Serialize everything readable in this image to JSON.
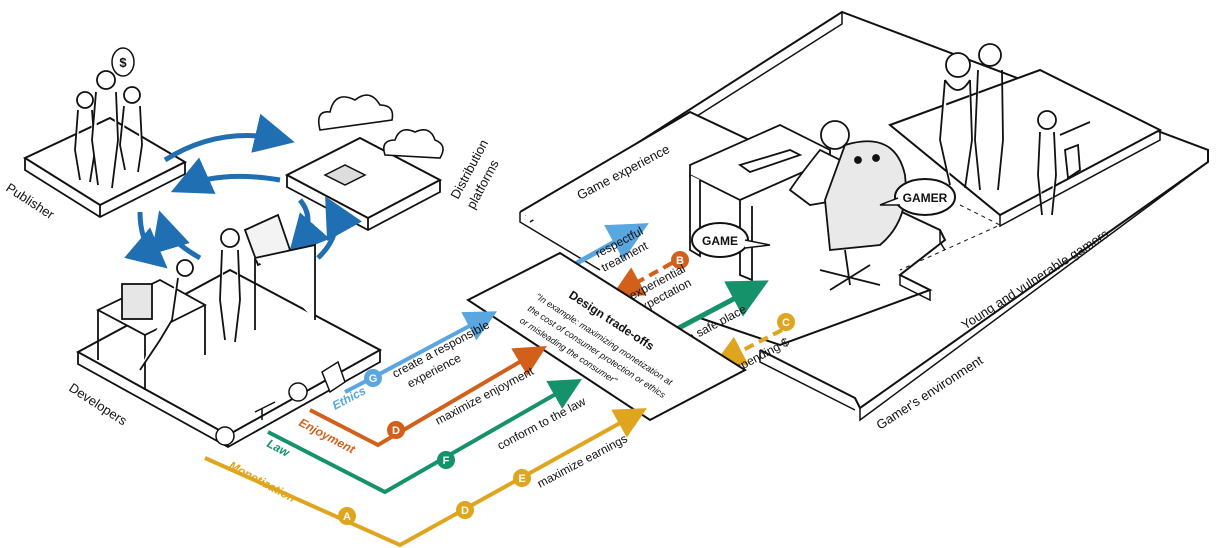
{
  "platforms": {
    "publisher": "Publisher",
    "distribution_line1": "Distribution",
    "distribution_line2": "platforms",
    "developers": "Developers",
    "game_experience": "Game experience",
    "young_vulnerable": "Young and vulnerable gamers",
    "gamers_environment": "Gamer's environment"
  },
  "bubbles": {
    "gamer": "GAMER",
    "game": "GAME",
    "money": "$"
  },
  "tradeoffs": {
    "title": "Design trade-offs",
    "line1": "\"In example: maximizing monetization at",
    "line2": "the cost of consumer protection or ethics",
    "line3": "or misleading the consumer\""
  },
  "streams": [
    {
      "key": "ethics",
      "label": "Ethics",
      "goal_line1": "create a responsible",
      "goal_line2": "experience",
      "node": "G",
      "color": "#5aa6e0"
    },
    {
      "key": "enjoyment",
      "label": "Enjoyment",
      "goal_line1": "maximize enjoyment",
      "goal_line2": "",
      "node": "D",
      "color": "#d2601a"
    },
    {
      "key": "law",
      "label": "Law",
      "goal_line1": "conform to the law",
      "goal_line2": "",
      "node": "F",
      "color": "#15926a"
    },
    {
      "key": "monetization",
      "label": "Monetization",
      "goal_line1": "maximize earnings",
      "goal_line2": "",
      "node": "A",
      "color": "#e0a51e"
    }
  ],
  "monetization_extra_nodes": [
    "D",
    "E"
  ],
  "experience_arrows": [
    {
      "label_line1": "respectful",
      "label_line2": "treatment",
      "node": "",
      "color": "#5aa6e0"
    },
    {
      "label_line1": "experiential",
      "label_line2": "expectation",
      "node": "B",
      "color": "#d2601a"
    },
    {
      "label_line1": "a safe place",
      "label_line2": "",
      "node": "",
      "color": "#15926a"
    },
    {
      "label_line1": "spending $",
      "label_line2": "",
      "node": "C",
      "color": "#e0a51e"
    }
  ],
  "colors": {
    "blue_cycle": "#1f6fb2",
    "ink": "#111111"
  }
}
